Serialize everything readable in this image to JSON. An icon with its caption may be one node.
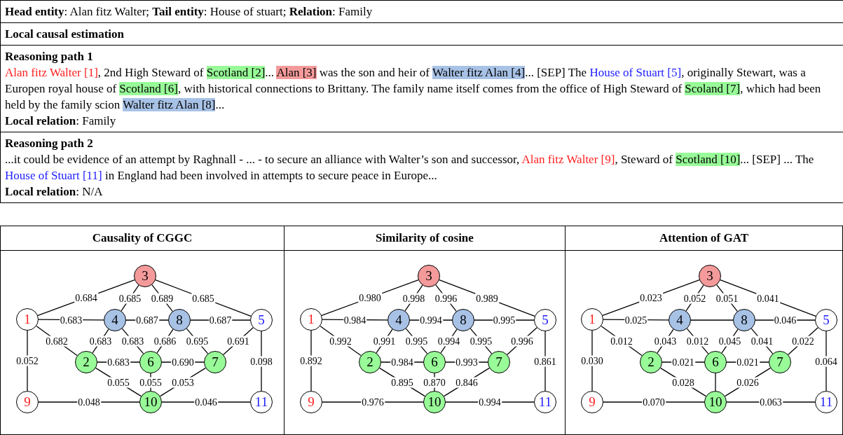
{
  "diagram": {
    "nodes": [
      {
        "text": [
          "Causality of CGGC"
        ]
      },
      {
        "text": [
          "1"
        ],
        "in": 0
      },
      {
        "text": [
          "2"
        ],
        "in": 0
      },
      {
        "text": [
          "3"
        ],
        "in": 0
      },
      {
        "text": [
          "4"
        ],
        "in": 0
      },
      {
        "text": [
          "5"
        ],
        "in": 0
      },
      {
        "text": [
          "6"
        ],
        "in": 0
      },
      {
        "text": [
          "7"
        ],
        "in": 0
      },
      {
        "text": [
          "8"
        ],
        "in": 0
      },
      {
        "text": [
          "9"
        ],
        "in": 0
      },
      {
        "text": [
          "10"
        ],
        "in": 0
      },
      {
        "text": [
          "11"
        ],
        "in": 0
      },
      {
        "text": [
          "Similarity of cosine"
        ]
      },
      {
        "text": [
          "1"
        ],
        "in": 12
      },
      {
        "text": [
          "2"
        ],
        "in": 12
      },
      {
        "text": [
          "3"
        ],
        "in": 12
      },
      {
        "text": [
          "4"
        ],
        "in": 12
      },
      {
        "text": [
          "5"
        ],
        "in": 12
      },
      {
        "text": [
          "6"
        ],
        "in": 12
      },
      {
        "text": [
          "7"
        ],
        "in": 12
      },
      {
        "text": [
          "8"
        ],
        "in": 12
      },
      {
        "text": [
          "9"
        ],
        "in": 12
      },
      {
        "text": [
          "10"
        ],
        "in": 12
      },
      {
        "text": [
          "11"
        ],
        "in": 12
      },
      {
        "text": [
          "Attention of GAT"
        ]
      },
      {
        "text": [
          "1"
        ],
        "in": 24
      },
      {
        "text": [
          "2"
        ],
        "in": 24
      },
      {
        "text": [
          "3"
        ],
        "in": 24
      },
      {
        "text": [
          "4"
        ],
        "in": 24
      },
      {
        "text": [
          "5"
        ],
        "in": 24
      },
      {
        "text": [
          "6"
        ],
        "in": 24
      },
      {
        "text": [
          "7"
        ],
        "in": 24
      },
      {
        "text": [
          "8"
        ],
        "in": 24
      },
      {
        "text": [
          "9"
        ],
        "in": 24
      },
      {
        "text": [
          "10"
        ],
        "in": 24
      },
      {
        "text": [
          "11"
        ],
        "in": 24
      }
    ],
    "edges": [
      {
        "from": 1,
        "to": 3,
        "arrow": "none",
        "label": "0.684"
      },
      {
        "from": 3,
        "to": 4,
        "arrow": "none",
        "label": "0.685"
      },
      {
        "from": 3,
        "to": 8,
        "arrow": "none",
        "label": "0.689"
      },
      {
        "from": 3,
        "to": 5,
        "arrow": "none",
        "label": "0.685"
      },
      {
        "from": 1,
        "to": 4,
        "arrow": "none",
        "label": "0.683"
      },
      {
        "from": 4,
        "to": 8,
        "arrow": "none",
        "label": "0.687"
      },
      {
        "from": 8,
        "to": 5,
        "arrow": "none",
        "label": "0.687"
      },
      {
        "from": 1,
        "to": 2,
        "arrow": "none",
        "label": "0.682"
      },
      {
        "from": 4,
        "to": 2,
        "arrow": "none",
        "label": "0.683"
      },
      {
        "from": 4,
        "to": 6,
        "arrow": "none",
        "label": "0.683"
      },
      {
        "from": 8,
        "to": 6,
        "arrow": "none",
        "label": "0.686"
      },
      {
        "from": 8,
        "to": 7,
        "arrow": "none",
        "label": "0.695"
      },
      {
        "from": 5,
        "to": 7,
        "arrow": "none",
        "label": "0.691"
      },
      {
        "from": 1,
        "to": 9,
        "arrow": "none",
        "label": "0.052"
      },
      {
        "from": 2,
        "to": 6,
        "arrow": "none",
        "label": "0.683"
      },
      {
        "from": 6,
        "to": 7,
        "arrow": "none",
        "label": "0.690"
      },
      {
        "from": 5,
        "to": 11,
        "arrow": "none",
        "label": "0.098"
      },
      {
        "from": 2,
        "to": 10,
        "arrow": "none",
        "label": "0.055"
      },
      {
        "from": 6,
        "to": 10,
        "arrow": "none",
        "label": "0.055"
      },
      {
        "from": 7,
        "to": 10,
        "arrow": "none",
        "label": "0.053"
      },
      {
        "from": 9,
        "to": 10,
        "arrow": "none",
        "label": "0.048"
      },
      {
        "from": 10,
        "to": 11,
        "arrow": "none",
        "label": "0.046"
      },
      {
        "from": 13,
        "to": 15,
        "arrow": "none",
        "label": "0.980"
      },
      {
        "from": 15,
        "to": 16,
        "arrow": "none",
        "label": "0.998"
      },
      {
        "from": 15,
        "to": 20,
        "arrow": "none",
        "label": "0.996"
      },
      {
        "from": 15,
        "to": 17,
        "arrow": "none",
        "label": "0.989"
      },
      {
        "from": 13,
        "to": 16,
        "arrow": "none",
        "label": "0.984"
      },
      {
        "from": 16,
        "to": 20,
        "arrow": "none",
        "label": "0.994"
      },
      {
        "from": 20,
        "to": 17,
        "arrow": "none",
        "label": "0.995"
      },
      {
        "from": 13,
        "to": 14,
        "arrow": "none",
        "label": "0.992"
      },
      {
        "from": 16,
        "to": 14,
        "arrow": "none",
        "label": "0.991"
      },
      {
        "from": 16,
        "to": 18,
        "arrow": "none",
        "label": "0.995"
      },
      {
        "from": 20,
        "to": 18,
        "arrow": "none",
        "label": "0.994"
      },
      {
        "from": 20,
        "to": 19,
        "arrow": "none",
        "label": "0.995"
      },
      {
        "from": 17,
        "to": 19,
        "arrow": "none",
        "label": "0.996"
      },
      {
        "from": 13,
        "to": 21,
        "arrow": "none",
        "label": "0.892"
      },
      {
        "from": 14,
        "to": 18,
        "arrow": "none",
        "label": "0.984"
      },
      {
        "from": 18,
        "to": 19,
        "arrow": "none",
        "label": "0.993"
      },
      {
        "from": 17,
        "to": 23,
        "arrow": "none",
        "label": "0.861"
      },
      {
        "from": 14,
        "to": 22,
        "arrow": "none",
        "label": "0.895"
      },
      {
        "from": 18,
        "to": 22,
        "arrow": "none",
        "label": "0.870"
      },
      {
        "from": 19,
        "to": 22,
        "arrow": "none",
        "label": "0.846"
      },
      {
        "from": 21,
        "to": 22,
        "arrow": "none",
        "label": "0.976"
      },
      {
        "from": 22,
        "to": 23,
        "arrow": "none",
        "label": "0.994"
      },
      {
        "from": 25,
        "to": 27,
        "arrow": "none",
        "label": "0.023"
      },
      {
        "from": 27,
        "to": 28,
        "arrow": "none",
        "label": "0.052"
      },
      {
        "from": 27,
        "to": 32,
        "arrow": "none",
        "label": "0.051"
      },
      {
        "from": 27,
        "to": 29,
        "arrow": "none",
        "label": "0.041"
      },
      {
        "from": 25,
        "to": 28,
        "arrow": "none",
        "label": "0.025"
      },
      {
        "from": 28,
        "to": 32,
        "arrow": "none"
      },
      {
        "from": 32,
        "to": 29,
        "arrow": "none",
        "label": "0.046"
      },
      {
        "from": 25,
        "to": 26,
        "arrow": "none",
        "label": "0.012"
      },
      {
        "from": 28,
        "to": 26,
        "arrow": "none",
        "label": "0.043"
      },
      {
        "from": 28,
        "to": 30,
        "arrow": "none",
        "label": "0.012"
      },
      {
        "from": 32,
        "to": 30,
        "arrow": "none",
        "label": "0.045"
      },
      {
        "from": 32,
        "to": 31,
        "arrow": "none",
        "label": "0.041"
      },
      {
        "from": 29,
        "to": 31,
        "arrow": "none",
        "label": "0.022"
      },
      {
        "from": 25,
        "to": 33,
        "arrow": "none",
        "label": "0.030"
      },
      {
        "from": 26,
        "to": 30,
        "arrow": "none",
        "label": "0.021"
      },
      {
        "from": 30,
        "to": 31,
        "arrow": "none",
        "label": "0.021"
      },
      {
        "from": 29,
        "to": 35,
        "arrow": "none",
        "label": "0.064"
      },
      {
        "from": 26,
        "to": 34,
        "arrow": "none",
        "label": "0.028"
      },
      {
        "from": 30,
        "to": 34,
        "arrow": "none"
      },
      {
        "from": 31,
        "to": 34,
        "arrow": "none",
        "label": "0.026"
      },
      {
        "from": 33,
        "to": 34,
        "arrow": "none",
        "label": "0.070"
      },
      {
        "from": 34,
        "to": 35,
        "arrow": "none",
        "label": "0.063"
      }
    ],
    "labels": [
      "**Head entity**: Alan fitz Walter; **Tail entity**: House of stuart; **Relation**: Family",
      "Local causal estimation",
      "Reasoning path 1",
      "Alan fitz Walter [1]",
      ", 2nd High Steward of",
      "Scotland [2]",
      "...",
      "Alan [3]",
      "was the son and heir of",
      "Walter fitz Alan [4]",
      "... [SEP] The",
      "House of Stuart [5]",
      ", originally Stewart, was a Europen royal house of",
      "Scotland [6]",
      ", with historical connections to Brittany. The family name itself comes from the office of High Steward of",
      "Scoland [7]",
      ", which had been held by the family scion",
      "Walter fitz Alan [8]",
      "...",
      "**Local relation**: Family",
      "Reasoning path 2",
      "...it could be evidence of an attempt by Raghnall - ... - to secure an alliance with Walter’s son and successor,",
      "Alan fitz Walter [9]",
      ", Steward of",
      "Scotland [10]",
      "... [SEP] ... The",
      "House of Stuart [11]",
      "in England had been involved in attempts to secure peace in Europe...",
      "**Local relation**: N/A"
    ]
  }
}
